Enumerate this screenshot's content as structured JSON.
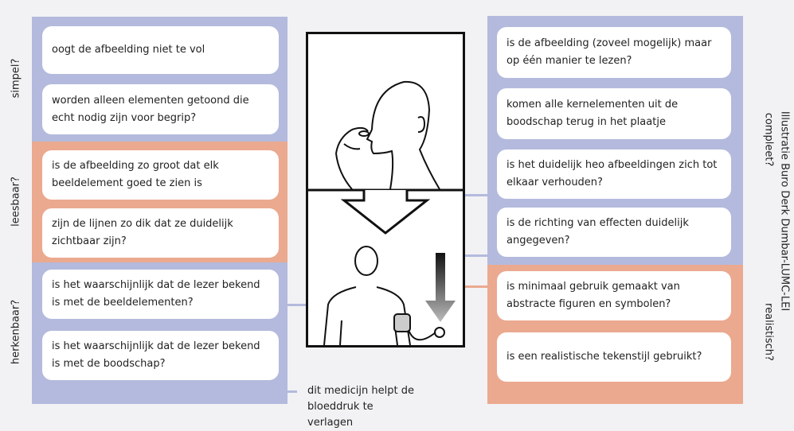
{
  "left": [
    {
      "label": "simpel?",
      "color": "#b4badd",
      "items": [
        "oogt de afbeelding niet te vol",
        "worden alleen elementen getoond die echt nodig zijn voor begrip?"
      ]
    },
    {
      "label": "leesbaar?",
      "color": "#eba98f",
      "items": [
        "is de afbeelding zo groot dat elk beeldelement goed te zien is",
        "zijn de lijnen zo dik dat ze duidelijk zichtbaar zijn?"
      ]
    },
    {
      "label": "herkenbaar?",
      "color": "#b4badd",
      "items": [
        "is het waarschijnlijk dat de lezer bekend is met de beeldelementen?",
        "is het waarschijnlijk dat de lezer bekend is met de boodschap?"
      ]
    }
  ],
  "right": [
    {
      "label": "compleet?",
      "color": "#b4badd",
      "items": [
        "is de afbeelding (zoveel mogelijk) maar op één manier te lezen?",
        "komen alle kernelementen uit de boodschap terug in het plaatje",
        "is het duidelijk heo afbeeldingen zich tot elkaar verhouden?",
        "is de richting van effecten duidelijk angegeven?"
      ]
    },
    {
      "label": "realistisch?",
      "color": "#eba98f",
      "items": [
        "is minimaal gebruik gemaakt van abstracte figuren en symbolen?",
        "is een realistische tekenstijl gebruikt?"
      ]
    }
  ],
  "caption": "dit medicijn helpt de bloeddruk te verlagen",
  "credit": "Illustratie Buro Derk Dumbar-LUMC-LEI"
}
